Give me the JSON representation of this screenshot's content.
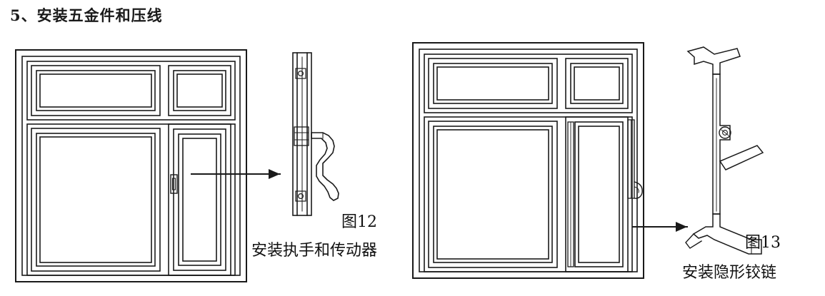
{
  "heading": "5、安装五金件和压线",
  "figures": [
    {
      "id": "fig12",
      "number_label": "图12",
      "caption": "安装执手和传动器",
      "subject": "window-with-handle-detail"
    },
    {
      "id": "fig13",
      "number_label": "图13",
      "caption": "安装隐形铰链",
      "subject": "window-with-hinge-detail"
    }
  ],
  "colors": {
    "line": "#1a1a1a",
    "background": "#ffffff",
    "fill_light": "#f5f5f5"
  },
  "diagram": {
    "left_window": "双扇窗框立面图,左侧大玻璃扇,右侧窄开启扇,上部两个亮子",
    "left_detail": "执手与传动器竖向剖面件",
    "right_window": "双扇窗框立面图,右侧扇内侧带铰链条",
    "right_detail": "隐形铰链零件透视图",
    "arrows": [
      "handle-arrow",
      "hinge-arrow"
    ]
  }
}
